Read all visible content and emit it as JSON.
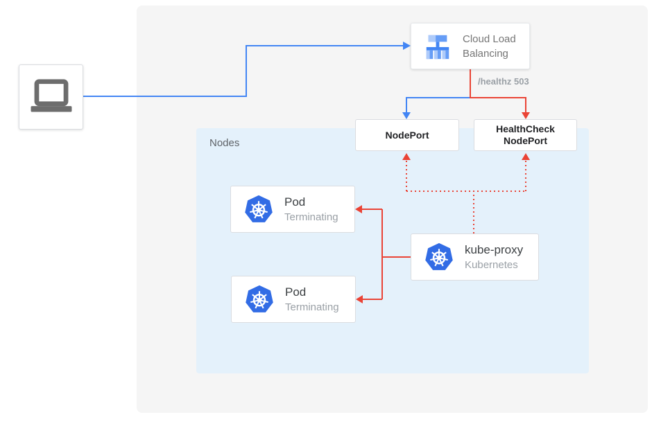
{
  "colors": {
    "arrow_blue": "#4285F4",
    "arrow_red": "#EA4335",
    "panel_bg": "#F5F5F5",
    "nodes_bg": "#E4F1FB",
    "box_border": "#DADCE0",
    "kubernetes_blue": "#326CE5",
    "icon_gray": "#6D6D6D",
    "text_dark": "#3C4043",
    "text_strong": "#202124",
    "text_secondary": "#757575",
    "text_muted": "#9AA0A6",
    "text_label": "#5F6368",
    "clb_icon_light": "#AECBFA",
    "clb_icon_medium": "#669DF6",
    "clb_icon_dark": "#4285F4"
  },
  "client": {
    "icon": "laptop-icon"
  },
  "load_balancer": {
    "label": "Cloud Load Balancing",
    "icon": "cloud-load-balancing-icon"
  },
  "health_check_route": {
    "label": "/healthz 503"
  },
  "node_port": {
    "label": "NodePort"
  },
  "health_check_node_port": {
    "label": "HealthCheck NodePort"
  },
  "nodes_group": {
    "label": "Nodes"
  },
  "pods": [
    {
      "title": "Pod",
      "status": "Terminating",
      "icon": "kubernetes-icon"
    },
    {
      "title": "Pod",
      "status": "Terminating",
      "icon": "kubernetes-icon"
    }
  ],
  "kube_proxy": {
    "title": "kube-proxy",
    "subtitle": "Kubernetes",
    "icon": "kubernetes-icon"
  }
}
